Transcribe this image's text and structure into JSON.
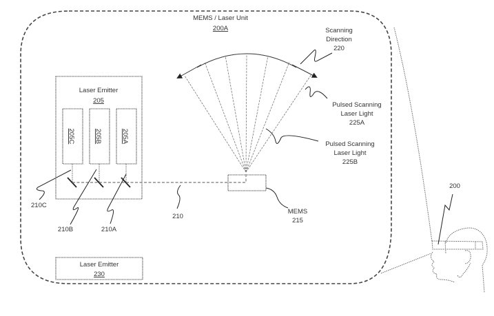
{
  "unit": {
    "title": "MEMS / Laser Unit",
    "ref": "200A"
  },
  "laser_emitter_main": {
    "title": "Laser Emitter",
    "ref": "205"
  },
  "laser_sources": [
    {
      "ref": "205C"
    },
    {
      "ref": "205B"
    },
    {
      "ref": "205A"
    }
  ],
  "mirror_refs": [
    "210C",
    "210B",
    "210A"
  ],
  "beam_ref": "210",
  "mems": {
    "title": "MEMS",
    "ref": "215"
  },
  "scanning_direction": {
    "line1": "Scanning",
    "line2": "Direction",
    "ref": "220"
  },
  "pulsed_a": {
    "line1": "Pulsed Scanning",
    "line2": "Laser Light",
    "ref": "225A"
  },
  "pulsed_b": {
    "line1": "Pulsed Scanning",
    "line2": "Laser Light",
    "ref": "225B"
  },
  "laser_emitter_secondary": {
    "title": "Laser Emitter",
    "ref": "230"
  },
  "headset": {
    "ref": "200"
  }
}
